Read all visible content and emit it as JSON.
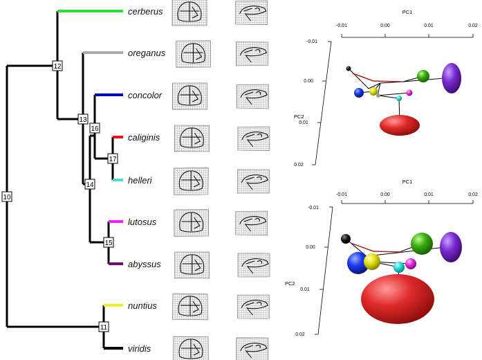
{
  "tree": {
    "taxa": [
      {
        "name": "cerberus",
        "color": "#33dd33"
      },
      {
        "name": "oreganus",
        "color": "#aaaaaa"
      },
      {
        "name": "concolor",
        "color": "#0000cc"
      },
      {
        "name": "caliginis",
        "color": "#ee1111"
      },
      {
        "name": "helleri",
        "color": "#44dddd"
      },
      {
        "name": "lutosus",
        "color": "#ee22ee"
      },
      {
        "name": "abyssus",
        "color": "#770077"
      },
      {
        "name": "nuntius",
        "color": "#eeee22"
      },
      {
        "name": "viridis",
        "color": "#000000"
      }
    ],
    "nodes": [
      "10",
      "11",
      "12",
      "13",
      "14",
      "15",
      "16",
      "17"
    ]
  },
  "pca_plots": [
    {
      "x_axis_title": "PC1",
      "x_ticks": [
        "-0.01",
        "0.00",
        "0.01",
        "0.02"
      ],
      "y_axis_title": "PC2",
      "y_ticks": [
        "-0.01",
        "0.00",
        "0.01",
        "0.02"
      ]
    },
    {
      "x_axis_title": "PC1",
      "x_ticks": [
        "-0.01",
        "0.00",
        "0.01",
        "0.02"
      ],
      "y_axis_title": "PC2",
      "y_ticks": [
        "-0.01",
        "0.00",
        "0.01",
        "0.02"
      ]
    }
  ],
  "colors": {
    "branch": "#000000",
    "sphere_red": "#dd2222",
    "sphere_purple": "#7722cc",
    "sphere_green": "#33aa11",
    "sphere_blue": "#1133ee",
    "sphere_yellow": "#dddd11",
    "sphere_magenta": "#dd33dd",
    "sphere_cyan": "#33dddd",
    "grid_fill": "#eeeeee"
  }
}
